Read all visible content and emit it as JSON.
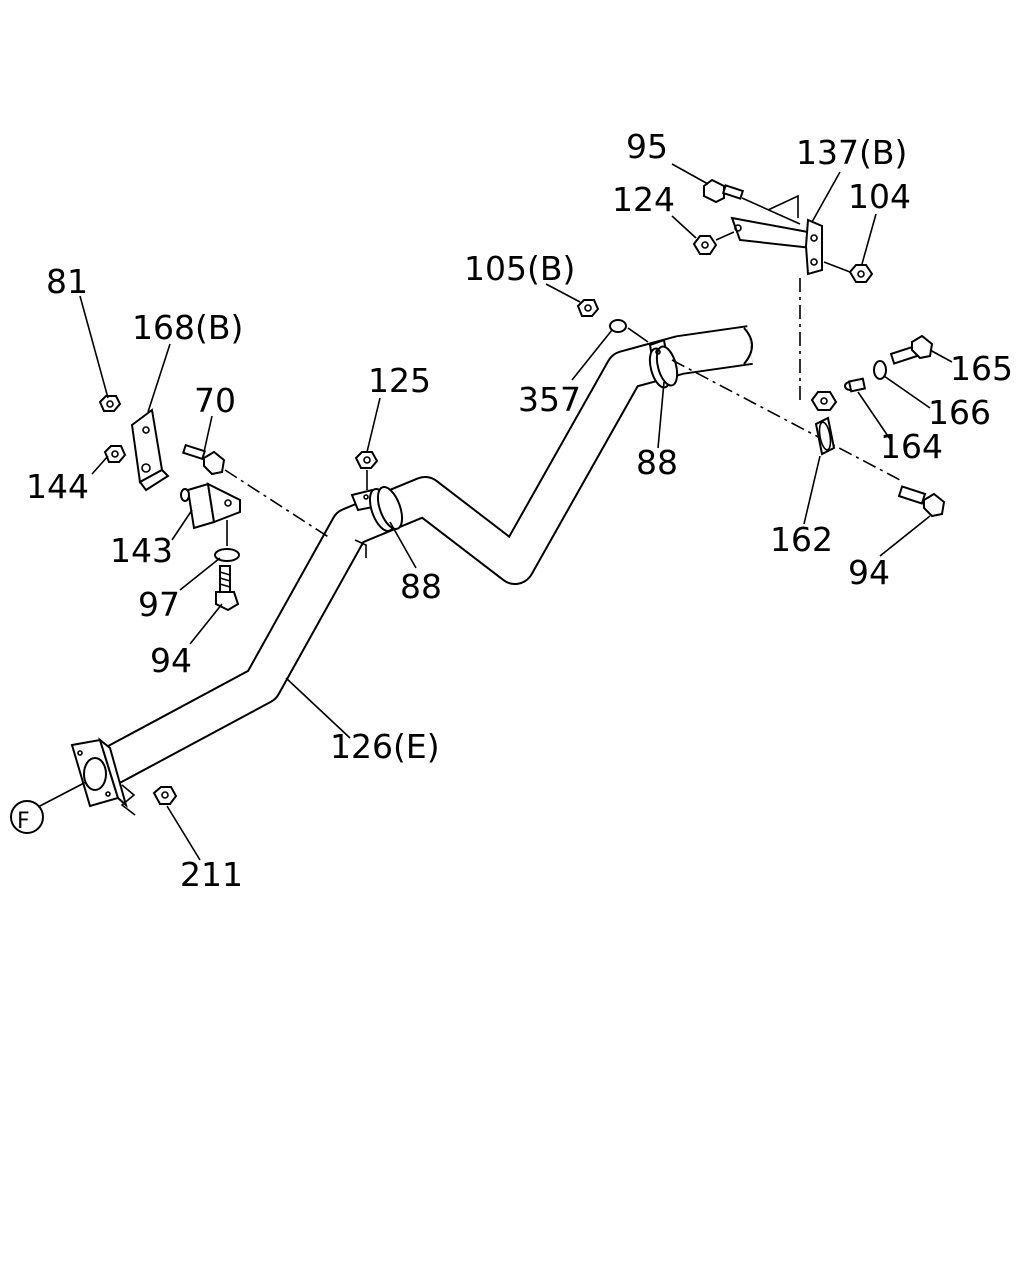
{
  "callouts": {
    "p81": "81",
    "p168b": "168(B)",
    "p70": "70",
    "p144": "144",
    "p143": "143",
    "p97": "97",
    "p94_left": "94",
    "p125": "125",
    "p88_mid": "88",
    "p126e": "126(E)",
    "p211": "211",
    "pF": "F",
    "p105b": "105(B)",
    "p357": "357",
    "p88_right": "88",
    "p95": "95",
    "p124": "124",
    "p137b": "137(B)",
    "p104": "104",
    "p165": "165",
    "p166": "166",
    "p164": "164",
    "p162": "162",
    "p94_right": "94"
  }
}
